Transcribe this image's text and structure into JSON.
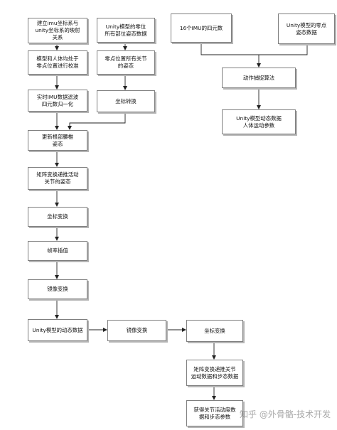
{
  "flowchart": {
    "nodes": {
      "calib_coord": "建立imu坐标系与\nunity坐标系的映射\n关系",
      "zero_calib": "模型和人体均处于\n零点位置进行校准",
      "realtime_filter": "实时IMU数据滤波\n四元数归一化",
      "unity_zero": "Unity模型的零位\n所有部位姿态数据",
      "zero_joint_pose": "零点位置所有关节\n的姿态",
      "coord_convert": "坐标转换",
      "update_root": "更新根部腰椎\n姿态",
      "matrix_recursive": "矩阵变换递推活动\n关节的姿态",
      "coord_transform_1": "坐标变换",
      "frame_interp": "帧率插值",
      "mirror_1": "镜像变换",
      "unity_dynamic": "Unity模型的动态数据",
      "mirror_2": "镜像变换",
      "coord_transform_2": "坐标变换",
      "matrix_joint_motion": "矩阵变换递推关节\n运动数据和步态数据",
      "joint_angle_gait": "获得关节活动度数\n据和步态参数",
      "imu_quaternion": "16个IMU的四元数",
      "unity_pose": "Unity模型的零点\n姿态数据",
      "motion_capture": "动作捕捉算法",
      "unity_output": "Unity模型动态数据\n人体运动参数"
    }
  },
  "watermark": "知乎 @外骨骼-技术开发"
}
